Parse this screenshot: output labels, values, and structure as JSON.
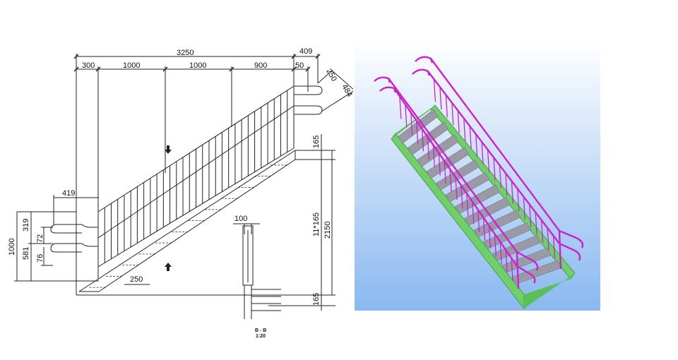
{
  "drawing": {
    "dimensions": {
      "overall_length": "3250",
      "top_extension": "409",
      "seg_start": "300",
      "seg_1": "1000",
      "seg_2": "1000",
      "seg_3": "900",
      "seg_end": "50",
      "top_offset_1": "250",
      "top_offset_2": "484",
      "bottom_extension": "419",
      "rail_top": "319",
      "rail_gap_1": "72",
      "rail_mid": "581",
      "rail_gap_2": "76",
      "rail_height": "1000",
      "tread_depth": "250",
      "riser_top": "165",
      "riser_count": "11*165",
      "total_rise": "2150",
      "riser_bottom": "165",
      "section_width": "100"
    },
    "section_label": "B - B",
    "section_scale": "1:20"
  },
  "colors": {
    "line": "#222222",
    "railing": "#cc22cc",
    "tread": "#9a9aa6",
    "stringer": "#6fd06a",
    "sky_top": "#ffffff",
    "sky_bottom": "#8ab8f0"
  }
}
